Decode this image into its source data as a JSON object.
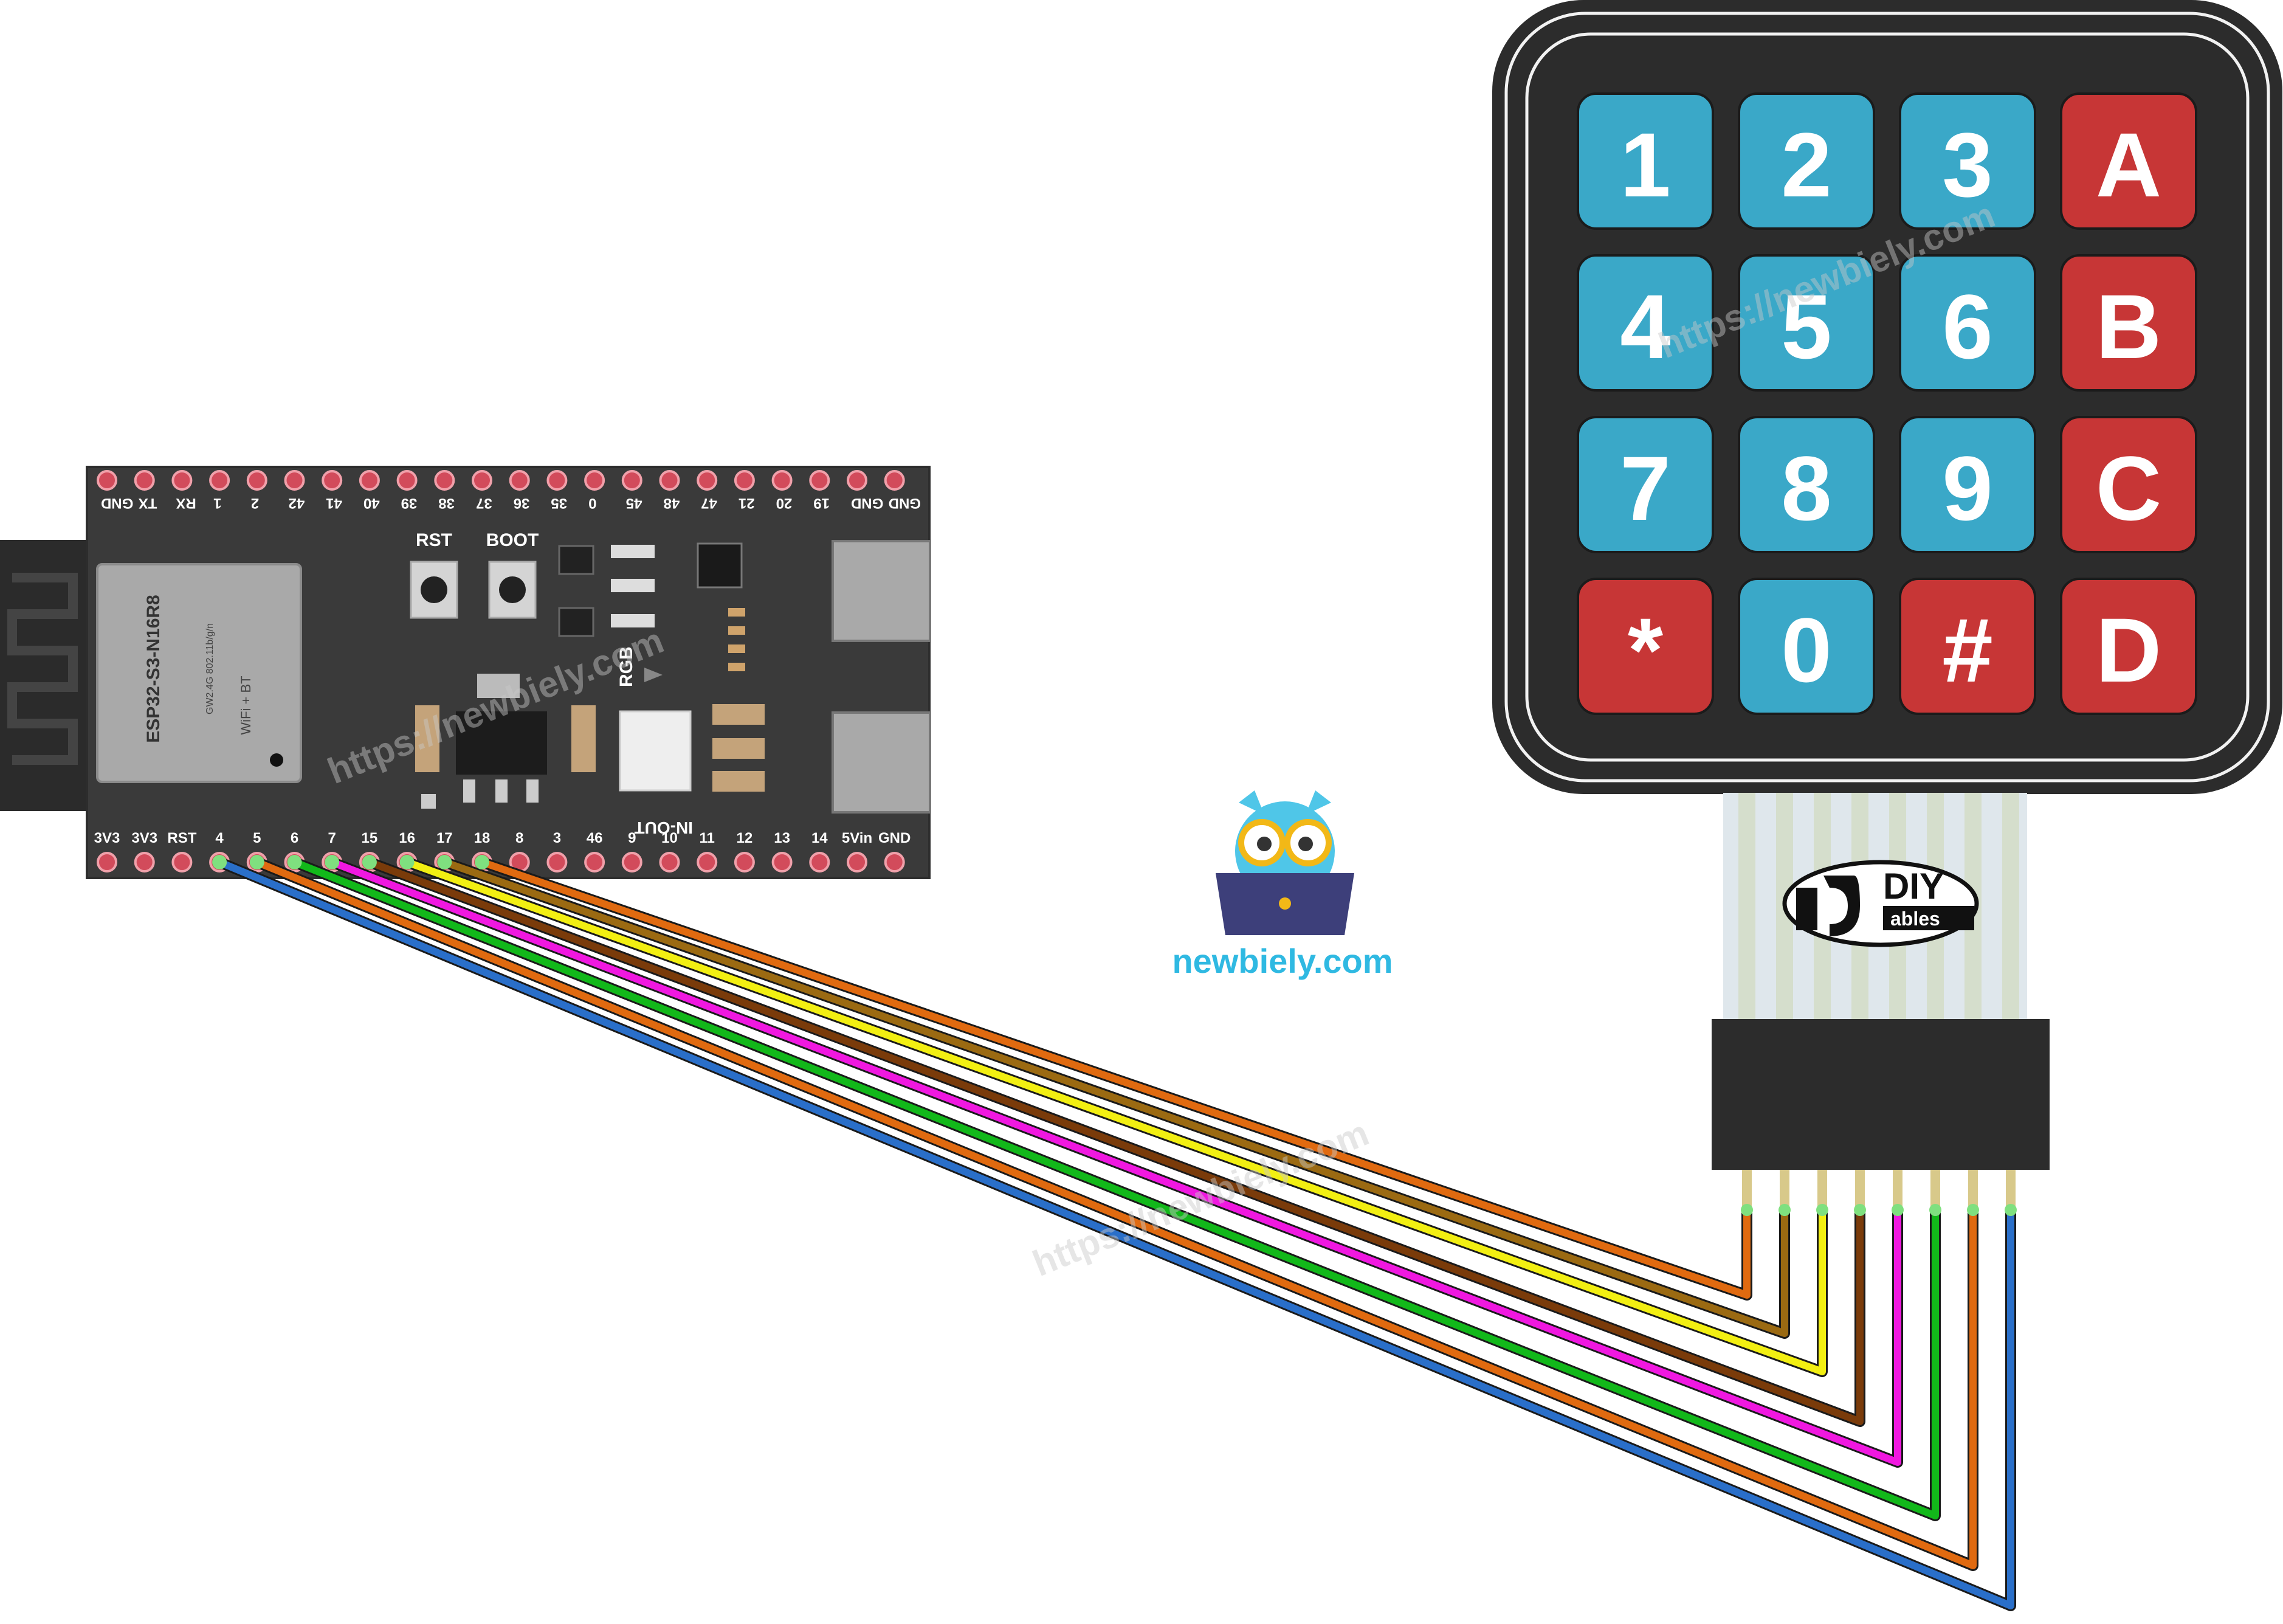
{
  "board": {
    "module_label": "ESP32-S3-N16R8",
    "module_sub_label": "GW2.4G 802.11b/g/n",
    "module_sub_label2": "WiFi + BT",
    "button_rst": "RST",
    "button_boot": "BOOT",
    "led_label": "RGB",
    "in_out_label": "IN-OUT",
    "top_pins": [
      "GND",
      "TX",
      "RX",
      "1",
      "2",
      "42",
      "41",
      "40",
      "39",
      "38",
      "37",
      "36",
      "35",
      "0",
      "45",
      "48",
      "47",
      "21",
      "20",
      "19",
      "GND",
      "GND"
    ],
    "bottom_pins": [
      "3V3",
      "3V3",
      "RST",
      "4",
      "5",
      "6",
      "7",
      "15",
      "16",
      "17",
      "18",
      "8",
      "3",
      "46",
      "9",
      "10",
      "11",
      "12",
      "13",
      "14",
      "5Vin",
      "GND"
    ]
  },
  "keypad": {
    "keys": [
      {
        "label": "1",
        "color": "#3aa8c8"
      },
      {
        "label": "2",
        "color": "#3aa8c8"
      },
      {
        "label": "3",
        "color": "#3aa8c8"
      },
      {
        "label": "A",
        "color": "#c73636"
      },
      {
        "label": "4",
        "color": "#3aa8c8"
      },
      {
        "label": "5",
        "color": "#3aa8c8"
      },
      {
        "label": "6",
        "color": "#3aa8c8"
      },
      {
        "label": "B",
        "color": "#c73636"
      },
      {
        "label": "7",
        "color": "#3aa8c8"
      },
      {
        "label": "8",
        "color": "#3aa8c8"
      },
      {
        "label": "9",
        "color": "#3aa8c8"
      },
      {
        "label": "C",
        "color": "#c73636"
      },
      {
        "label": "*",
        "color": "#c73636"
      },
      {
        "label": "0",
        "color": "#3aa8c8"
      },
      {
        "label": "#",
        "color": "#c73636"
      },
      {
        "label": "D",
        "color": "#c73636"
      }
    ],
    "brand_diy": "DIY",
    "brand_ables": "ables"
  },
  "wires": [
    {
      "from_pin": "4",
      "color": "#2a6fc9"
    },
    {
      "from_pin": "5",
      "color": "#e06a10"
    },
    {
      "from_pin": "6",
      "color": "#12b81a"
    },
    {
      "from_pin": "7",
      "color": "#f018e0"
    },
    {
      "from_pin": "15",
      "color": "#7a3b0a"
    },
    {
      "from_pin": "16",
      "color": "#f2ef12"
    },
    {
      "from_pin": "17",
      "color": "#9b6a12"
    },
    {
      "from_pin": "18",
      "color": "#e06a10"
    }
  ],
  "logo": {
    "text": "newbiely.com"
  },
  "watermark": "https://newbiely.com"
}
